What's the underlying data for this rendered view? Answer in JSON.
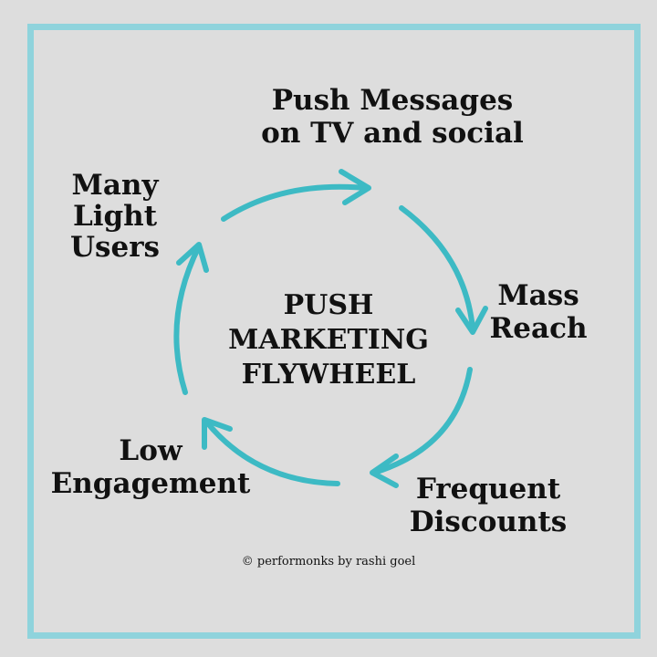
{
  "colors": {
    "background": "#dddddd",
    "frame": "#8fd3dc",
    "arrow": "#3dbac4",
    "text": "#111111"
  },
  "nodes": {
    "top": [
      "Push Messages",
      "on TV and social"
    ],
    "right": [
      "Mass",
      "Reach"
    ],
    "bottom_right": [
      "Frequent",
      "Discounts"
    ],
    "bottom_left": [
      "Low",
      "Engagement"
    ],
    "left": [
      "Many",
      "Light",
      "Users"
    ]
  },
  "center_title": [
    "PUSH",
    "MARKETING",
    "FLYWHEEL"
  ],
  "footer": "© performonks by rashi goel",
  "icons": [
    "cycle-arrow-icon"
  ]
}
